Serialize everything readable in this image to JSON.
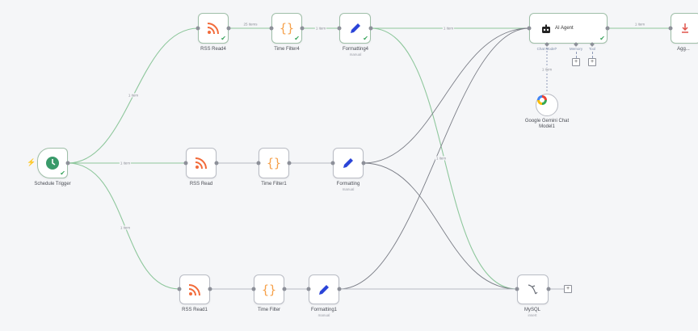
{
  "nodes": {
    "rss4": {
      "label": "RSS Read4"
    },
    "time4": {
      "label": "Time Filter4"
    },
    "fmt4": {
      "label": "Formatting4",
      "sub": "manual"
    },
    "agent": {
      "label": "AI Agent",
      "ports": [
        "Chat Model*",
        "Memory",
        "Tool"
      ]
    },
    "agg": {
      "label": "Agg..."
    },
    "gemini": {
      "label": "Google Gemini Chat Model1",
      "label_line1": "Google Gemini Chat",
      "label_line2": "Model1"
    },
    "trigger": {
      "label": "Schedule Trigger"
    },
    "rss": {
      "label": "RSS Read"
    },
    "time1": {
      "label": "Time Filter1"
    },
    "fmt": {
      "label": "Formatting",
      "sub": "manual"
    },
    "rss1": {
      "label": "RSS Read1"
    },
    "time": {
      "label": "Time Filter"
    },
    "fmt1": {
      "label": "Formatting1",
      "sub": "manual"
    },
    "mysql": {
      "label": "MySQL",
      "sub": "insert"
    }
  },
  "edges": {
    "trig_top": "1 item",
    "trig_mid": "1 item",
    "trig_bot": "1 item",
    "rss4_time4": "25 items",
    "time4_fmt4": "1 item",
    "fmt4_agent": "1 item",
    "agent_agg": "1 item",
    "fmt4_mysql": "1 item",
    "gemini_agent": "1 item"
  },
  "colors": {
    "wire_green": "#7fbf8f",
    "wire_gray": "#8d9099",
    "rss_orange": "#f26b3a",
    "filter_orange": "#f6a14b",
    "pen_blue": "#2a44d8",
    "clock_green": "#3a9a6a"
  },
  "icons": {
    "rss": "rss-icon",
    "filter": "code-braces-icon",
    "formatting": "pen-icon",
    "agent": "robot-icon",
    "trigger": "clock-icon",
    "mysql": "database-icon",
    "gemini": "google-gemini-icon"
  }
}
